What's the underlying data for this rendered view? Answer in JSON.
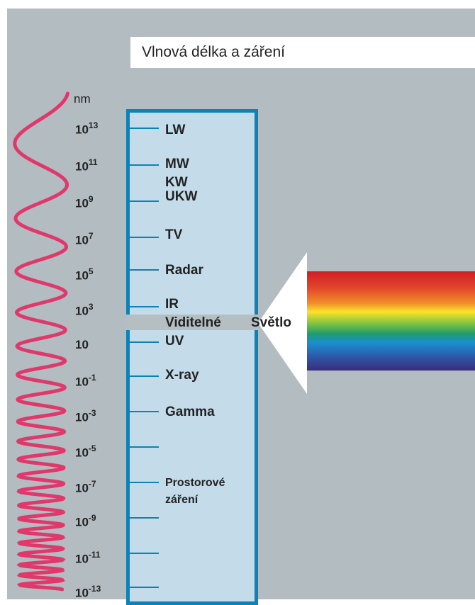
{
  "title": "Vlnová délka a záření",
  "unit": "nm",
  "scale": [
    {
      "base": "10",
      "exp": "13"
    },
    {
      "base": "10",
      "exp": "11"
    },
    {
      "base": "10",
      "exp": "9"
    },
    {
      "base": "10",
      "exp": "7"
    },
    {
      "base": "10",
      "exp": "5"
    },
    {
      "base": "10",
      "exp": "3"
    },
    {
      "base": "10",
      "exp": ""
    },
    {
      "base": "10",
      "exp": "-1"
    },
    {
      "base": "10",
      "exp": "-3"
    },
    {
      "base": "10",
      "exp": "-5"
    },
    {
      "base": "10",
      "exp": "-7"
    },
    {
      "base": "10",
      "exp": "-9"
    },
    {
      "base": "10",
      "exp": "-11"
    },
    {
      "base": "10",
      "exp": "-13"
    }
  ],
  "bands": {
    "lw": "LW",
    "mw": "MW",
    "kw": "KW",
    "ukw": "UKW",
    "tv": "TV",
    "radar": "Radar",
    "ir": "IR",
    "visible": "Viditelné",
    "uv": "UV",
    "xray": "X-ray",
    "gamma": "Gamma",
    "cosmic_1": "Prostorové",
    "cosmic_2": "záření"
  },
  "light_label": "Světlo",
  "colors": {
    "background": "#b2bcc1",
    "scale_fill": "#c4dcea",
    "scale_border": "#0b83b8",
    "wave": "#e0386a",
    "arrow": "#ffffff"
  }
}
